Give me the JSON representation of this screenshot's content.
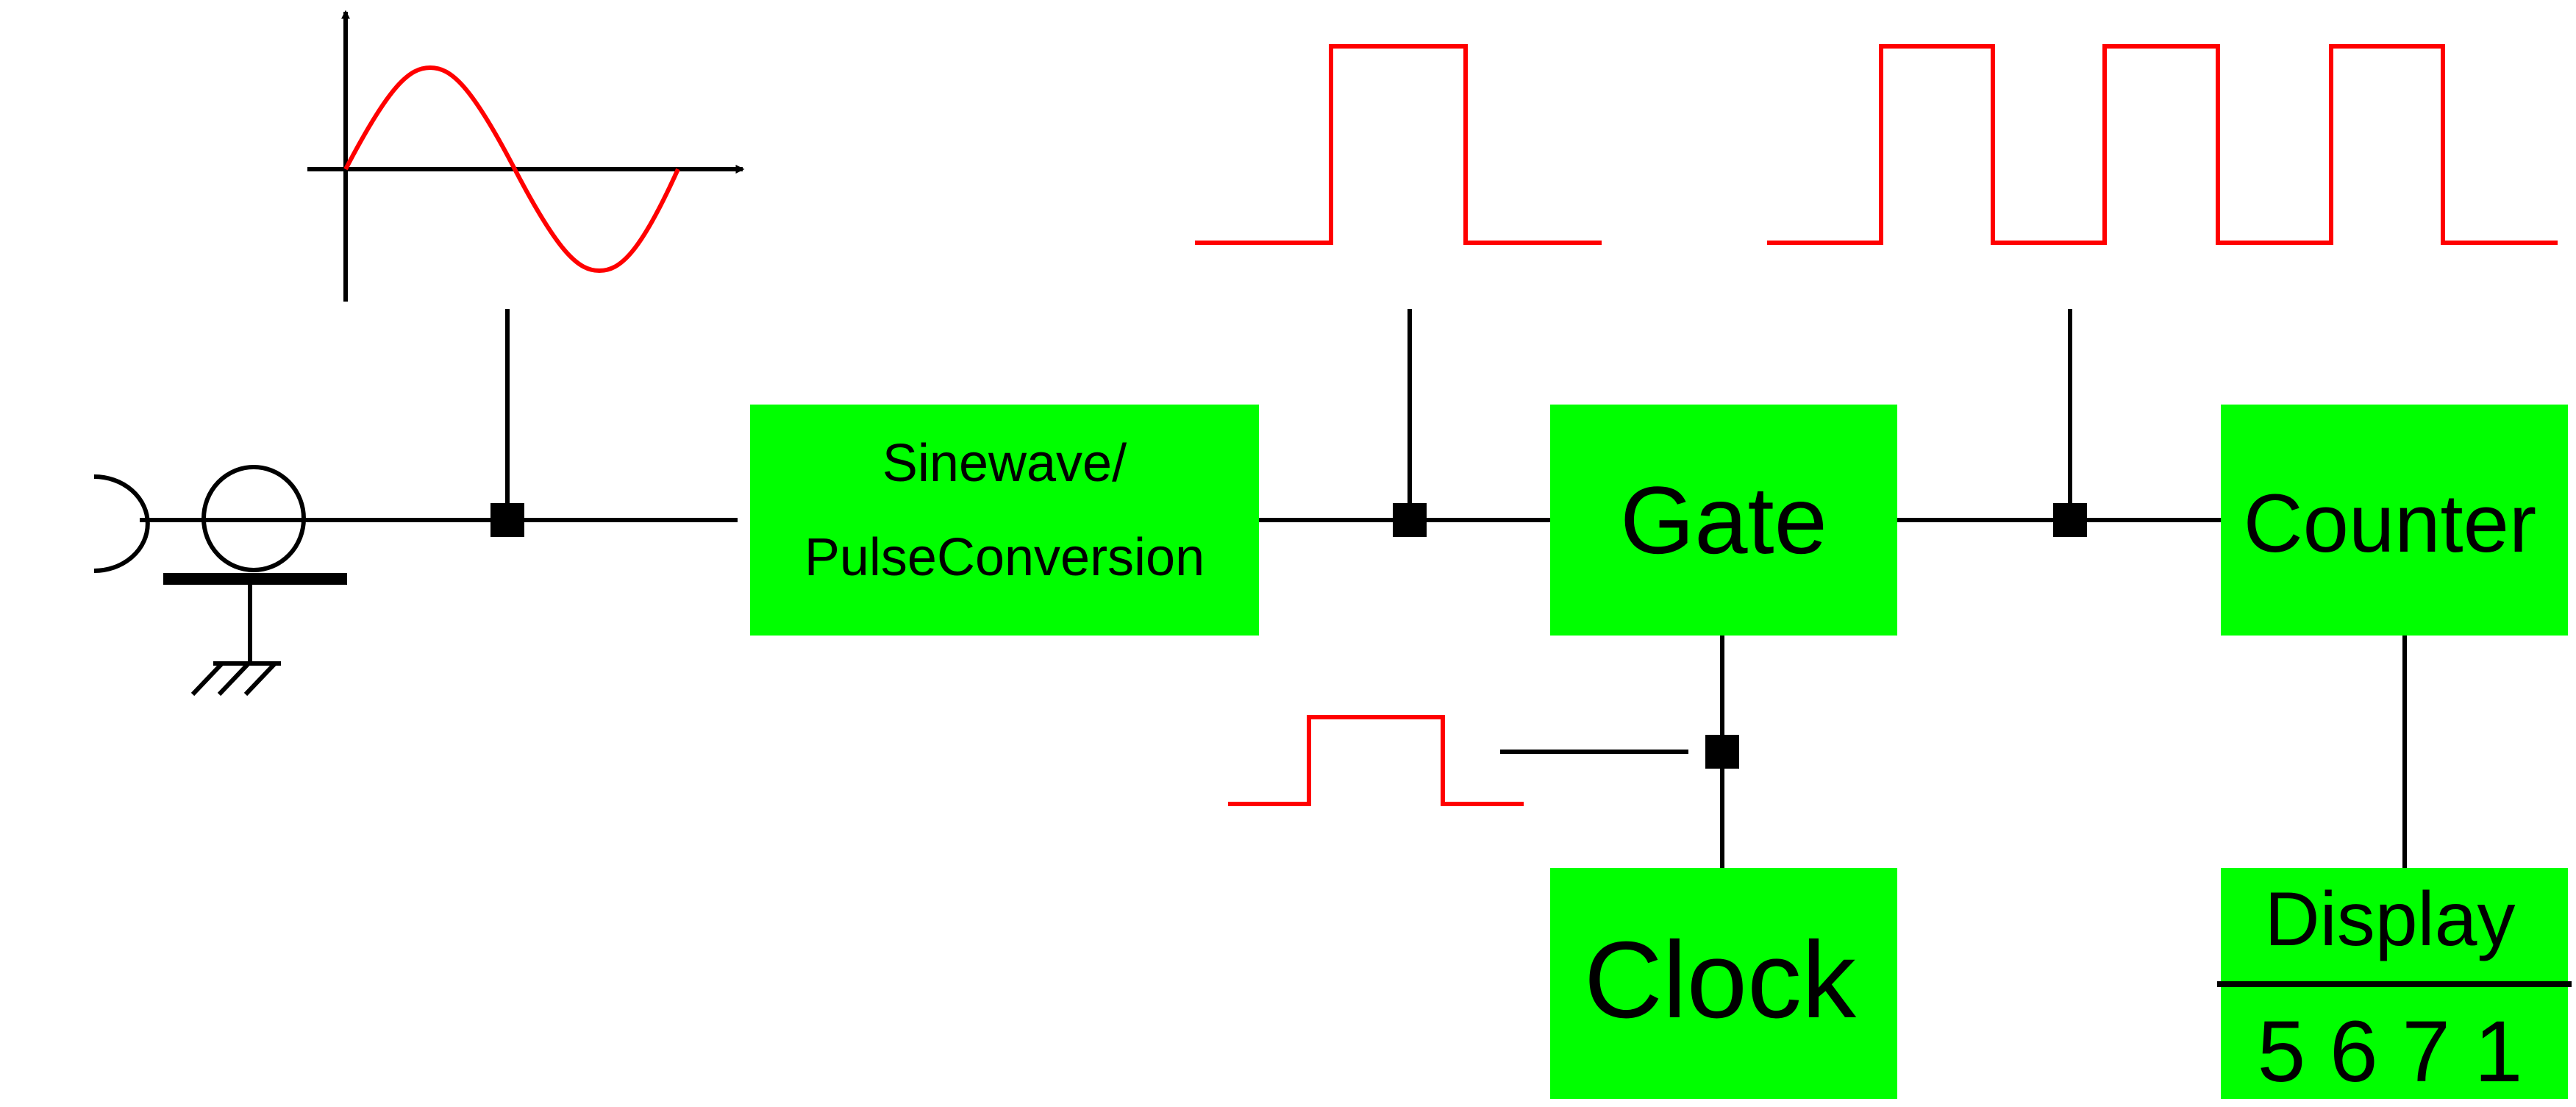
{
  "colors": {
    "block_fill": "#00ff00",
    "signal_line": "#ff0000",
    "wire": "#000000"
  },
  "blocks": {
    "converter": {
      "line1": "Sinewave/",
      "line2": "PulseConversion"
    },
    "gate": {
      "label": "Gate"
    },
    "counter": {
      "label": "Counter"
    },
    "clock": {
      "label": "Clock"
    },
    "display": {
      "label": "Display",
      "digits": "5 6 7 1"
    }
  },
  "waveforms": {
    "input": "sine",
    "converter_output": "single-pulse",
    "gate_output": "pulse-train",
    "clock_output": "single-pulse"
  },
  "icons": {
    "source": "input-connector-icon",
    "ground": "ground-icon",
    "junction": "junction-dot-icon"
  }
}
